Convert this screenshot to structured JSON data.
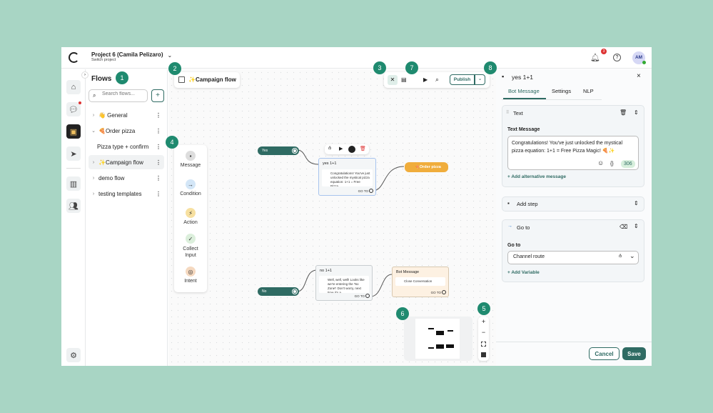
{
  "header": {
    "project": "Project 6 (Camila Pelizaro)",
    "subtitle": "Switch project",
    "notifications": "3",
    "avatar": "AM"
  },
  "flows": {
    "title": "Flows",
    "search_placeholder": "Search flows...",
    "add": "+",
    "items": [
      {
        "label": "👋 General",
        "expanded": false
      },
      {
        "label": "🍕Order pizza",
        "expanded": true
      },
      {
        "label": "Pizza type + confirm",
        "child": true
      },
      {
        "label": "✨Campaign flow",
        "selected": true
      },
      {
        "label": "demo flow"
      },
      {
        "label": "testing templates"
      }
    ]
  },
  "canvas": {
    "flow_title": "✨Campaign flow",
    "publish": "Publish",
    "tools": [
      {
        "label": "Message"
      },
      {
        "label": "Condition"
      },
      {
        "label": "Action"
      },
      {
        "label": "Collect Input"
      },
      {
        "label": "Intent"
      }
    ],
    "nodes": {
      "yes_pill": "Yes",
      "no_pill": "No",
      "yes_title": "yes 1+1",
      "yes_body": "Congratulations! You've just unlocked the mystical pizza equation: 1+1 = Free Pizza...",
      "goto": "GO TO",
      "order_pill": "🍕Order pizza",
      "no_title": "no 1+1",
      "no_body": "Well, well, well! Looks like we're entering the 'No Zone'! Don't worry, next time it's a...",
      "bot_title": "Bot Message",
      "close_conv": "Close Conversation"
    },
    "zoom_controls": [
      "+",
      "−"
    ]
  },
  "badges": [
    "1",
    "2",
    "3",
    "4",
    "5",
    "6",
    "7",
    "8"
  ],
  "panel": {
    "title": "yes 1+1",
    "tabs": [
      "Bot Message",
      "Settings",
      "NLP"
    ],
    "active_tab": "Bot Message",
    "text_section": "Text",
    "text_label": "Text Message",
    "text_value": "Congratulations! You've just unlocked the mystical pizza equation: 1+1 = Free Pizza Magic! 🍕✨",
    "char_count": "306",
    "add_alt": "+ Add alternative message",
    "add_step": "Add step",
    "goto_section": "Go to",
    "goto_label": "Go to",
    "goto_value": "Channel route",
    "add_var": "+ Add Variable",
    "cancel": "Cancel",
    "save": "Save"
  },
  "colors": {
    "accent": "#2f6b63",
    "badge": "#1f8a6f",
    "background": "#a8d5c4",
    "orange": "#f0ad3c"
  }
}
